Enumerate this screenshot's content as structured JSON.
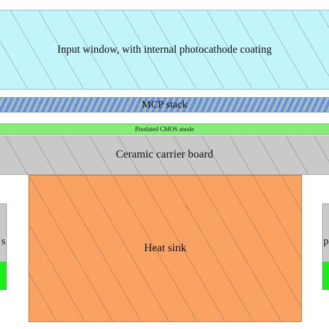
{
  "layers": {
    "input_window": "Input window, with internal photocathode coating",
    "mcp_stack": "MCP stack",
    "cmos_anode": "Pixelated CMOS anode",
    "ceramic_board": "Ceramic carrier board",
    "heat_sink": "Heat sink"
  },
  "side_blocks": {
    "left_fragment": "s",
    "right_fragment": "p"
  },
  "colors": {
    "input_window": "#c2f4fb",
    "mcp_stack": "#8ea4e8",
    "cmos_anode": "#86ee78",
    "ceramic_board": "#c9c9c9",
    "heat_sink": "#f9a261",
    "side_green": "#1aef1a"
  }
}
